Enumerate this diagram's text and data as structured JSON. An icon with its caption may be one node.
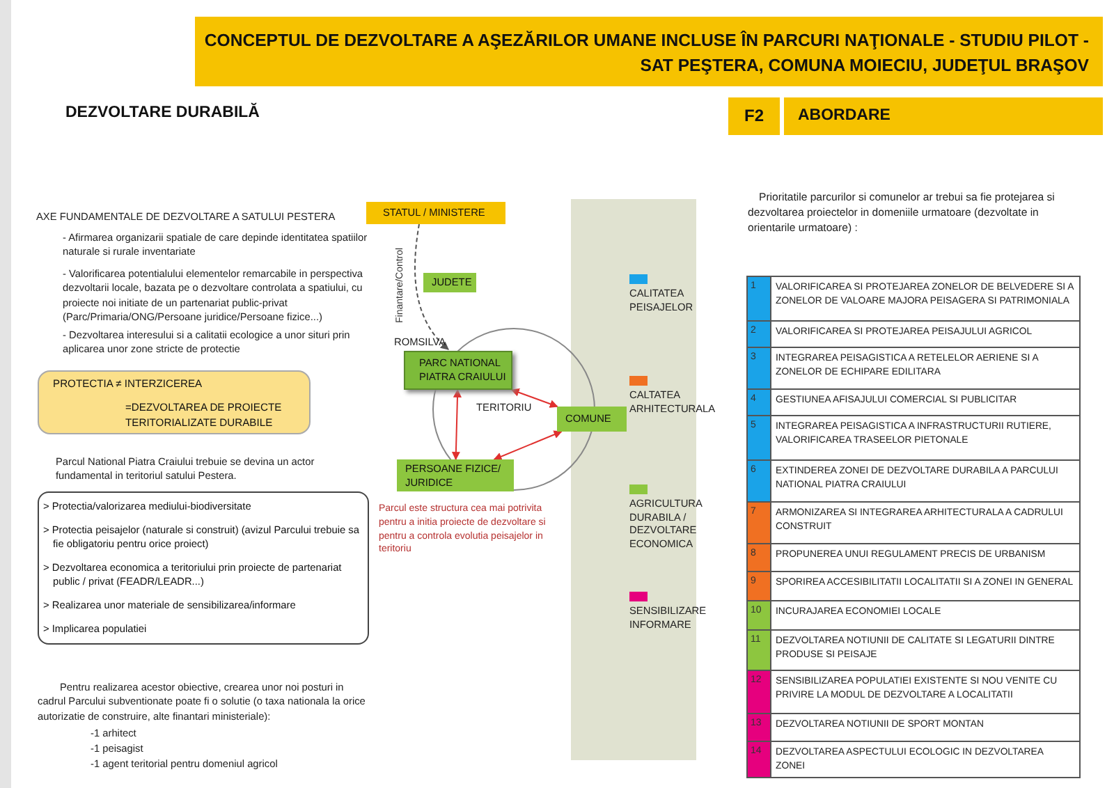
{
  "diagram": {
    "title": "CONCEPTUL DE DEZVOLTARE A AŞEZĂRILOR UMANE INCLUSE ÎN PARCURI NAŢIONALE - STUDIU PILOT - SAT PEŞTERA, COMUNA MOIECIU, JUDEŢUL BRAŞOV",
    "nodes": [
      {
        "text": [
          "F2"
        ]
      },
      {
        "text": [
          "ABORDARE"
        ]
      },
      {
        "text": [
          "PROTECTIA ≠ INTERZICEREA",
          "=DEZVOLTAREA DE PROIECTE TERITORIALIZATE DURABILE"
        ]
      },
      {
        "text": [
          "> Protectia/valorizarea mediului-biodiversitate",
          "> Protectia peisajelor (naturale si construit) (avizul Parcului trebuie sa fie obligatoriu pentru orice proiect)",
          "> Dezvoltarea economica a teritoriului prin proiecte de partenariat public / privat (FEADR/LEADR...)",
          "> Realizarea unor materiale de sensibilizarea/informare",
          "> Implicarea populatiei"
        ]
      },
      {
        "text": [
          "STATUL / MINISTERE"
        ]
      },
      {
        "text": [
          "JUDETE"
        ]
      },
      {
        "text": [
          "PARC NATIONAL PIATRA CRAIULUI"
        ],
        "beside": [
          "ROMSILVA"
        ]
      },
      {
        "text": [
          "COMUNE"
        ]
      },
      {
        "text": [
          "PERSOANE FIZICE/ JURIDICE"
        ]
      }
    ],
    "edges": [
      {
        "from": 4,
        "to": 6,
        "arrow": "to",
        "label": "Finantare/Control",
        "style": "dashed",
        "color": "#555555"
      },
      {
        "from": 6,
        "to": 7,
        "arrow": "both"
      },
      {
        "from": 7,
        "to": 8,
        "arrow": "both"
      },
      {
        "from": 6,
        "to": 8,
        "arrow": "both"
      }
    ],
    "labels": [
      "DEZVOLTARE DURABILĂ",
      "TERITORIU",
      "AXE FUNDAMENTALE DE DEZVOLTARE A SATULUI PESTERA",
      "- Afirmarea organizarii spatiale de care depinde identitatea spatiilor naturale si rurale inventariate",
      "- Valorificarea potentialului elementelor remarcabile in perspectiva dezvoltarii locale, bazata pe o dezvoltare controlata a spatiului, cu proiecte noi initiate de un partenariat public-privat (Parc/Primaria/ONG/Persoane juridice/Persoane fizice...)",
      "- Dezvoltarea interesului si a calitatii ecologice a unor situri prin aplicarea unor zone stricte de protectie",
      "Parcul National Piatra Craiului trebuie se devina un actor fundamental in teritoriul satului Pestera.",
      "Parcul este structura cea mai potrivita pentru a initia proiecte de dezvoltare si pentru a controla evolutia peisajelor in teritoriu",
      "Pentru realizarea acestor obiective, crearea unor noi posturi in cadrul Parcului subventionate poate fi o solutie (o taxa nationala la orice autorizatie de construire, alte finantari ministeriale):",
      "-1 arhitect",
      "-1 peisagist",
      "-1 agent teritorial pentru domeniul agricol",
      "Prioritatile parcurilor si comunelor ar trebui sa fie protejarea si dezvoltarea proiectelor in domeniile urmatoare (dezvoltate in orientarile urmatoare) :",
      "1",
      "VALORIFICAREA SI PROTEJAREA ZONELOR DE BELVEDERE SI A ZONELOR DE VALOARE MAJORA PEISAGERA SI PATRIMONIALA",
      "2",
      "VALORIFICAREA SI PROTEJAREA PEISAJULUI AGRICOL",
      "3",
      "INTEGRAREA PEISAGISTICA A RETELELOR AERIENE SI A ZONELOR DE ECHIPARE EDILITARA",
      "4",
      "GESTIUNEA AFISAJULUI COMERCIAL SI PUBLICITAR",
      "5",
      "INTEGRAREA PEISAGISTICA A INFRASTRUCTURII RUTIERE, VALORIFICAREA TRASEELOR PIETONALE",
      "6",
      "EXTINDEREA ZONEI DE DEZVOLTARE DURABILA A PARCULUI NATIONAL PIATRA CRAIULUI",
      "7",
      "ARMONIZAREA SI INTEGRAREA ARHITECTURALA A CADRULUI CONSTRUIT",
      "8",
      "PROPUNEREA UNUI REGULAMENT PRECIS DE URBANISM",
      "9",
      "SPORIREA ACCESIBILITATII LOCALITATII SI A ZONEI IN GENERAL",
      "10",
      "INCURAJAREA ECONOMIEI LOCALE",
      "11",
      "DEZVOLTAREA NOTIUNII DE CALITATE SI LEGATURII DINTRE PRODUSE SI PEISAJE",
      "12",
      "SENSIBILIZAREA POPULATIEI EXISTENTE SI NOU VENITE CU PRIVIRE LA MODUL DE DEZVOLTARE A LOCALITATII",
      "13",
      "DEZVOLTAREA NOTIUNII DE SPORT MONTAN",
      "14",
      "DEZVOLTAREA ASPECTULUI ECOLOGIC IN DEZVOLTAREA ZONEI"
    ],
    "legend": [
      {
        "text": "CALITATEA PEISAJELOR",
        "color": "#1aa3e8"
      },
      {
        "text": "CALTATEA ARHITECTURALA",
        "color": "#f07022"
      },
      {
        "text": "AGRICULTURA DURABILA / DEZVOLTARE ECONOMICA",
        "color": "#8dc63f"
      },
      {
        "text": "SENSIBILIZARE INFORMARE",
        "color": "#e6007e"
      }
    ]
  }
}
